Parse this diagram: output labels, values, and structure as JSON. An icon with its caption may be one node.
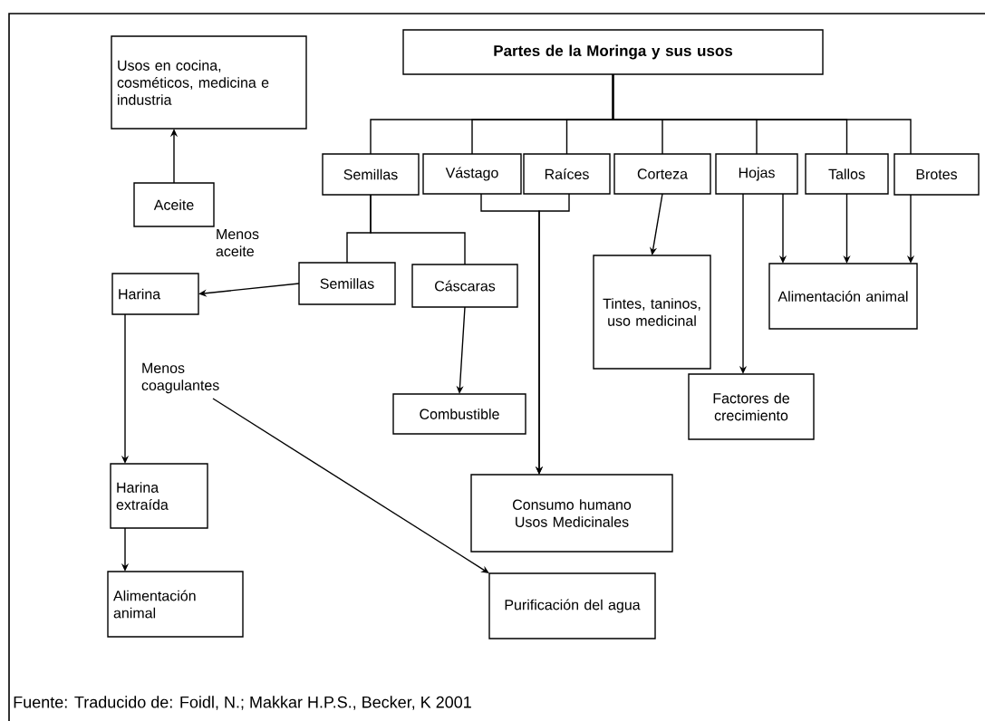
{
  "diagram": {
    "caption": "Fuente: Traducido de: Foidl, N.; Makkar H.P.S., Becker, K 2001",
    "nodes": [
      {
        "text": [
          "Partes de la Moringa y sus usos"
        ]
      },
      {
        "text": [
          "Usos en cocina, cosméticos, medicina e industria"
        ]
      },
      {
        "text": [
          "Aceite"
        ]
      },
      {
        "text": [
          "Semillas"
        ]
      },
      {
        "text": [
          "Vástago"
        ]
      },
      {
        "text": [
          "Raíces"
        ]
      },
      {
        "text": [
          "Corteza"
        ]
      },
      {
        "text": [
          "Hojas"
        ]
      },
      {
        "text": [
          "Tallos"
        ]
      },
      {
        "text": [
          "Brotes"
        ]
      },
      {
        "text": [
          "Semillas"
        ]
      },
      {
        "text": [
          "Cáscaras"
        ]
      },
      {
        "text": [
          "Harina"
        ]
      },
      {
        "text": [
          "Tintes, taninos, uso medicinal"
        ]
      },
      {
        "text": [
          "Alimentación animal"
        ]
      },
      {
        "text": [
          "Factores de crecimiento"
        ]
      },
      {
        "text": [
          "Combustible"
        ]
      },
      {
        "text": [
          "Consumo humano Usos Medicinales"
        ]
      },
      {
        "text": [
          "Harina extraída"
        ]
      },
      {
        "text": [
          "Alimentación animal"
        ]
      },
      {
        "text": [
          "Purificación del agua"
        ]
      },
      {
        "text": [
          "Menos coagulantes"
        ]
      }
    ],
    "edges": [
      {
        "from": 0,
        "to": 3,
        "arrow": "none"
      },
      {
        "from": 0,
        "to": 4,
        "arrow": "none"
      },
      {
        "from": 0,
        "to": 5,
        "arrow": "none"
      },
      {
        "from": 0,
        "to": 6,
        "arrow": "none"
      },
      {
        "from": 0,
        "to": 7,
        "arrow": "none"
      },
      {
        "from": 0,
        "to": 8,
        "arrow": "none"
      },
      {
        "from": 0,
        "to": 9,
        "arrow": "none"
      },
      {
        "from": 2,
        "to": 1,
        "arrow": "to"
      },
      {
        "from": 3,
        "to": 10,
        "arrow": "none"
      },
      {
        "from": 3,
        "to": 11,
        "arrow": "none"
      },
      {
        "from": 10,
        "to": 12,
        "arrow": "to",
        "label": "Menos aceite"
      },
      {
        "from": 4,
        "to": 17,
        "arrow": "to"
      },
      {
        "from": 5,
        "to": 17,
        "arrow": "to"
      },
      {
        "from": 6,
        "to": 13,
        "arrow": "to"
      },
      {
        "from": 7,
        "to": 15,
        "arrow": "to"
      },
      {
        "from": 7,
        "to": 14,
        "arrow": "to"
      },
      {
        "from": 8,
        "to": 14,
        "arrow": "to"
      },
      {
        "from": 9,
        "to": 14,
        "arrow": "to"
      },
      {
        "from": 11,
        "to": 16,
        "arrow": "to"
      },
      {
        "from": 12,
        "to": 18,
        "arrow": "to"
      },
      {
        "from": 18,
        "to": 19,
        "arrow": "to"
      },
      {
        "from": 21,
        "to": 20,
        "arrow": "to"
      }
    ]
  }
}
